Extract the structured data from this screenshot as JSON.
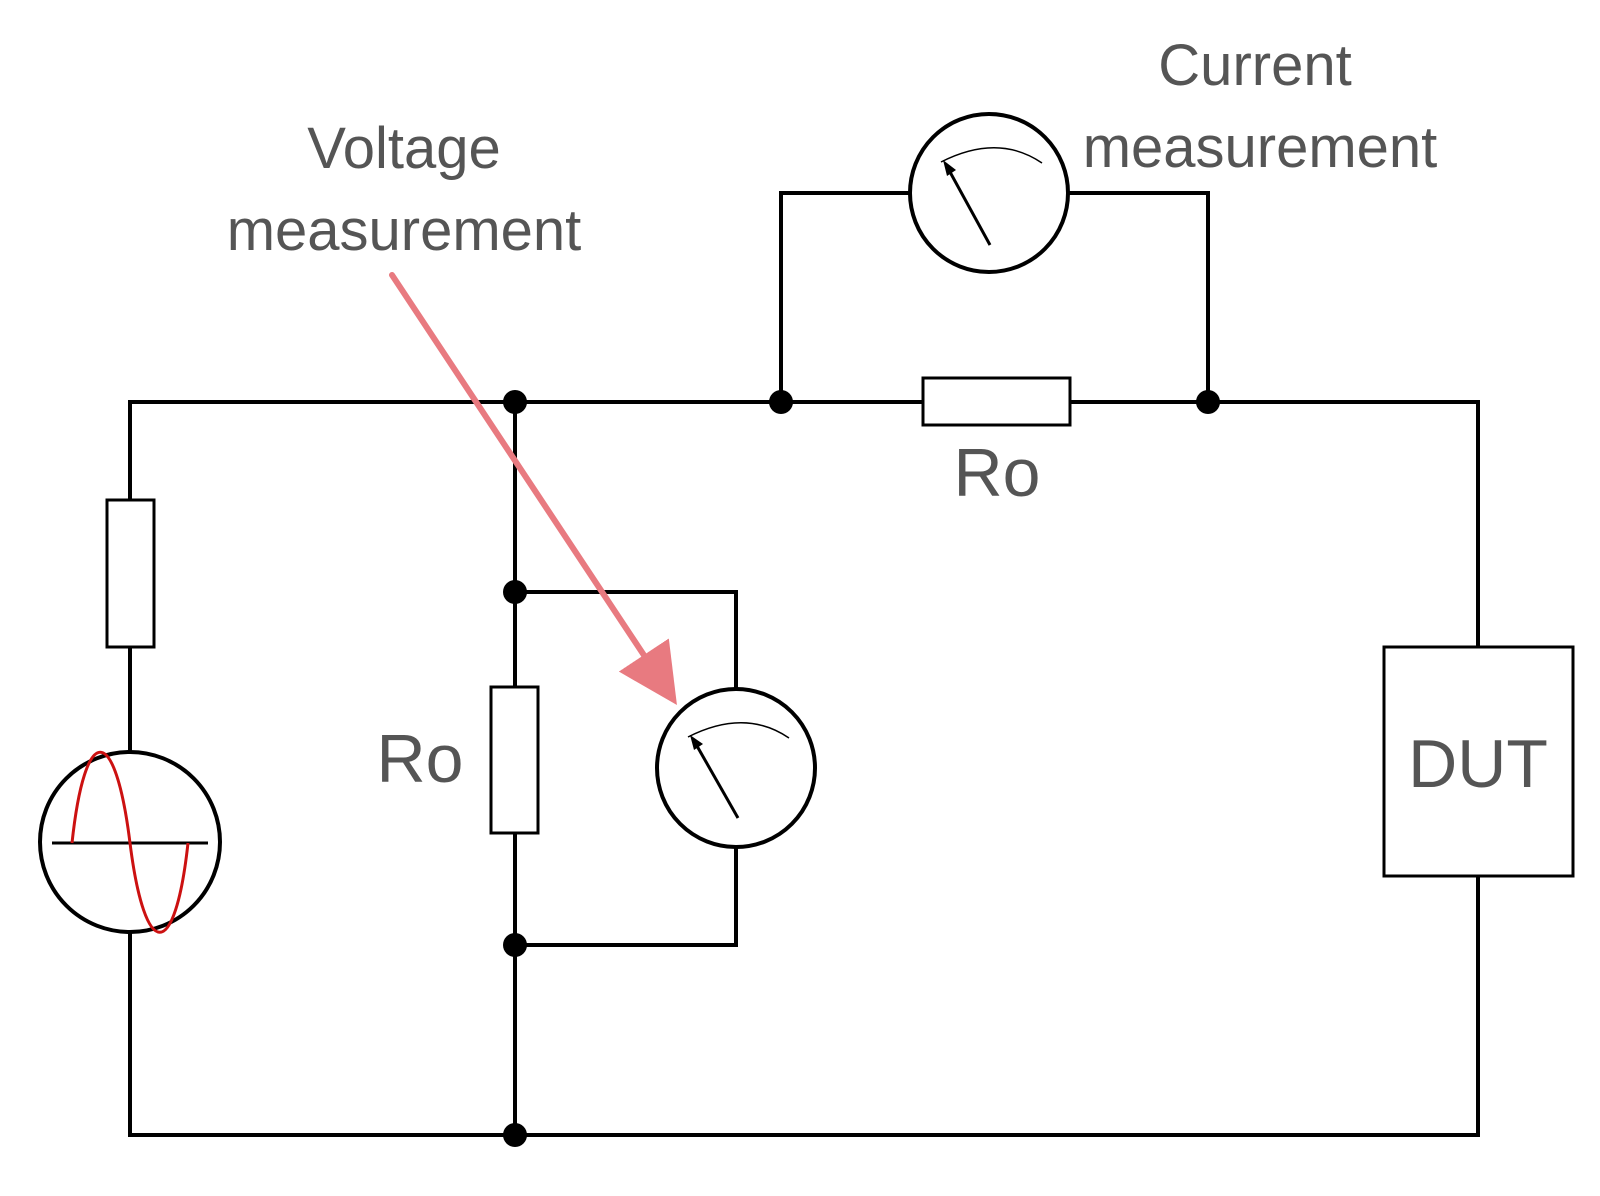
{
  "labels": {
    "voltage_line1": "Voltage",
    "voltage_line2": "measurement",
    "current_line1": "Current",
    "current_line2": "measurement",
    "ro_top": "Ro",
    "ro_shunt": "Ro",
    "dut": "DUT"
  },
  "colors": {
    "wire": "#000000",
    "label": "#555555",
    "arrow": "#e87a80",
    "sine": "#cc1111"
  },
  "icons": {
    "source": "ac-source-icon",
    "voltmeter": "voltmeter-icon",
    "ammeter": "ammeter-icon"
  }
}
